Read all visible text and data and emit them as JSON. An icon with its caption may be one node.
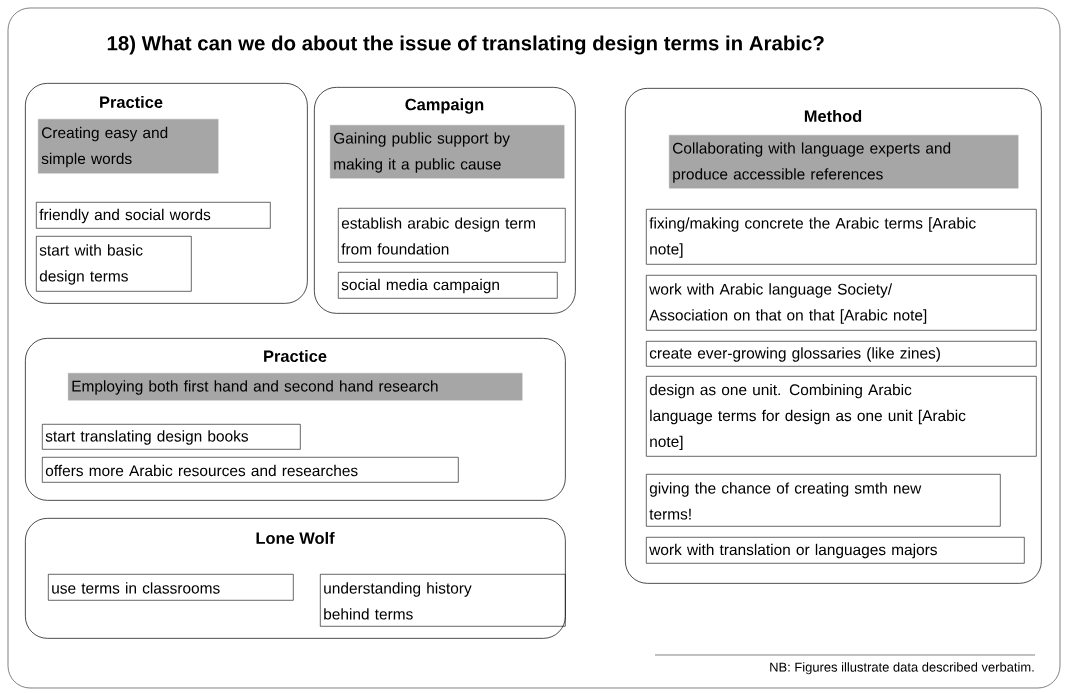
{
  "diagram": {
    "title": "18) What can we do about the issue of translating design terms in Arabic?",
    "nodes": [
      {
        "text": [
          "Practice"
        ]
      },
      {
        "text": [
          "Creating easy and simple words"
        ],
        "in": 0
      },
      {
        "text": [
          "friendly and social words"
        ],
        "in": 0
      },
      {
        "text": [
          "start with basic design terms"
        ],
        "in": 0
      },
      {
        "text": [
          "Campaign"
        ]
      },
      {
        "text": [
          "Gaining public support by making it a public cause"
        ],
        "in": 4
      },
      {
        "text": [
          "establish arabic design term from foundation"
        ],
        "in": 4
      },
      {
        "text": [
          "social media campaign"
        ],
        "in": 4
      },
      {
        "text": [
          "Method"
        ]
      },
      {
        "text": [
          "Collaborating with language experts and produce accessible references"
        ],
        "in": 8
      },
      {
        "text": [
          "fixing/making concrete the Arabic terms [Arabic note]"
        ],
        "in": 8
      },
      {
        "text": [
          "work with Arabic language Society/ Association on that on that [Arabic note]"
        ],
        "in": 8
      },
      {
        "text": [
          "create ever-growing glossaries (like zines)"
        ],
        "in": 8
      },
      {
        "text": [
          "design as one unit. Combining Arabic language terms for design as one unit [Arabic note]"
        ],
        "in": 8
      },
      {
        "text": [
          "giving the chance of creating smth new terms!"
        ],
        "in": 8
      },
      {
        "text": [
          "work with translation or languages majors"
        ],
        "in": 8
      },
      {
        "text": [
          "Practice"
        ]
      },
      {
        "text": [
          "Employing both first hand and second hand research"
        ],
        "in": 16
      },
      {
        "text": [
          "start translating design books"
        ],
        "in": 16
      },
      {
        "text": [
          "offers more Arabic resources and researches"
        ],
        "in": 16
      },
      {
        "text": [
          "Lone Wolf"
        ]
      },
      {
        "text": [
          "use terms in classrooms"
        ],
        "in": 20
      },
      {
        "text": [
          "understanding history behind terms"
        ],
        "in": 20
      }
    ],
    "labels": [
      "NB: Figures illustrate data described verbatim."
    ]
  }
}
